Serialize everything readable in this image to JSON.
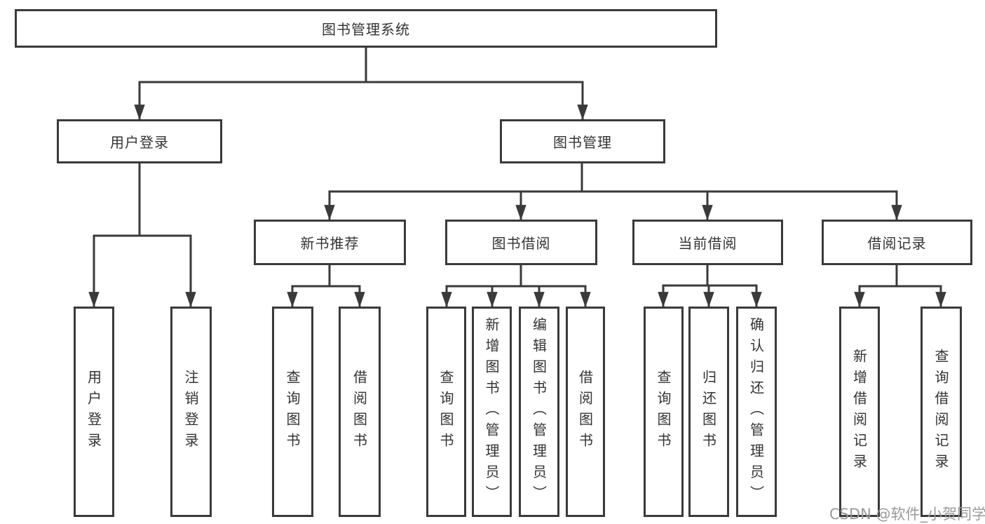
{
  "diagram": {
    "title": "图书管理系统",
    "root": {
      "label": "图书管理系统"
    },
    "level2": [
      {
        "id": "user-login",
        "label": "用户登录"
      },
      {
        "id": "book-management",
        "label": "图书管理"
      }
    ],
    "level3": [
      {
        "id": "new-book-recommend",
        "label": "新书推荐"
      },
      {
        "id": "book-borrow",
        "label": "图书借阅"
      },
      {
        "id": "current-borrow",
        "label": "当前借阅"
      },
      {
        "id": "borrow-records",
        "label": "借阅记录"
      }
    ],
    "leaves": {
      "user_login_children": [
        {
          "label": "用户登录"
        },
        {
          "label": "注销登录"
        }
      ],
      "new_book_children": [
        {
          "label": "查询图书"
        },
        {
          "label": "借阅图书"
        }
      ],
      "book_borrow_children": [
        {
          "label": "查询图书"
        },
        {
          "label": "新增图书（管理员）"
        },
        {
          "label": "编辑图书（管理员）"
        },
        {
          "label": "借阅图书"
        }
      ],
      "current_borrow_children": [
        {
          "label": "查询图书"
        },
        {
          "label": "归还图书"
        },
        {
          "label": "确认归还（管理员）"
        }
      ],
      "borrow_records_children": [
        {
          "label": "新增借阅记录"
        },
        {
          "label": "查询借阅记录"
        }
      ]
    },
    "colors": {
      "line": "#3a3a3a",
      "box_border": "#3a3a3a",
      "text": "#333333",
      "watermark": "#9a9a9a",
      "background": "#ffffff"
    }
  },
  "watermark": {
    "text": "CSDN @软件_小贺同学"
  }
}
